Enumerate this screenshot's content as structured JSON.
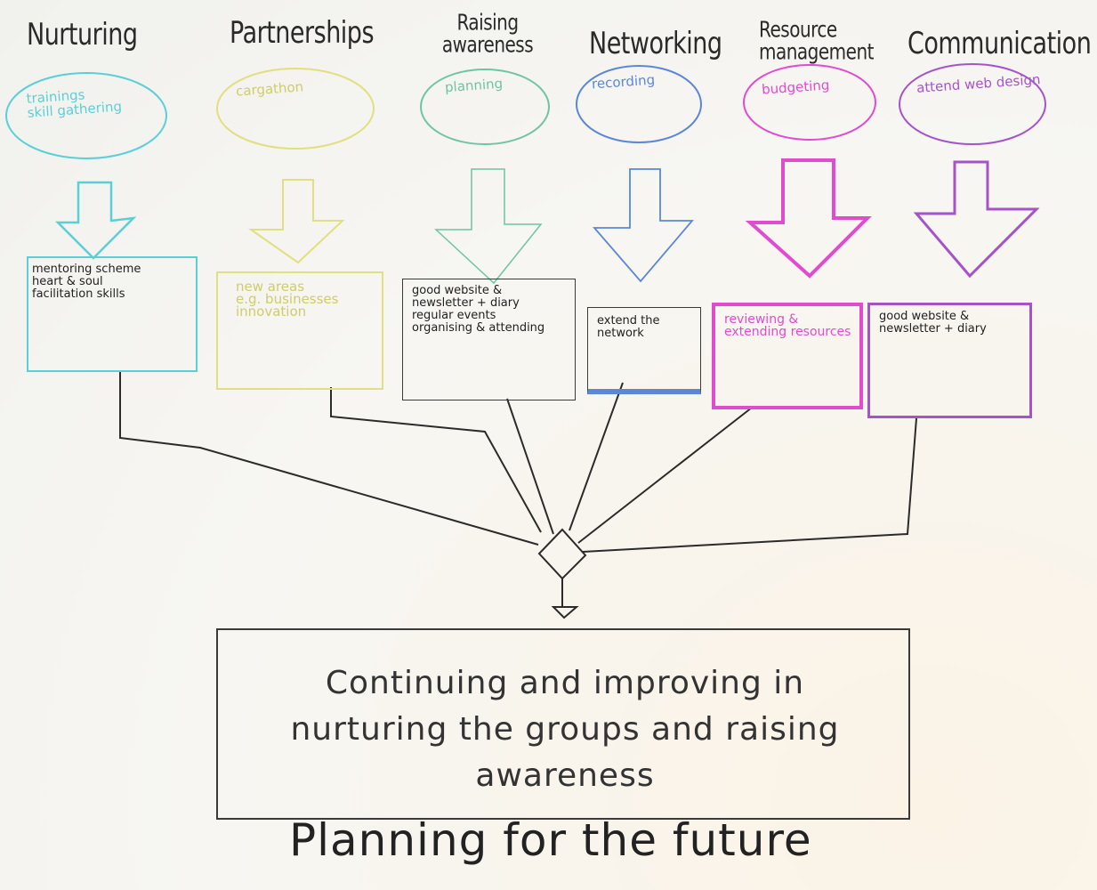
{
  "columns": [
    {
      "heading": "Nurturing",
      "oval_text": "trainings\nskill gathering",
      "box_text": "mentoring scheme\nheart & soul\nfacilitation skills",
      "color": "#5bcfd6"
    },
    {
      "heading": "Partnerships",
      "oval_text": "cargathon",
      "box_text": "new areas\ne.g. businesses\ninnovation",
      "color": "#e1df7f"
    },
    {
      "heading": "Raising awareness",
      "oval_text": "planning",
      "box_text": "good website &\nnewsletter + diary\nregular events\norganising & attending",
      "color": "#6fc4a7"
    },
    {
      "heading": "Networking",
      "oval_text": "recording",
      "box_text": "extend the\nnetwork",
      "color": "#5b87d6"
    },
    {
      "heading": "Resource management",
      "oval_text": "budgeting",
      "box_text": "reviewing &\nextending resources",
      "color": "#e04bd0"
    },
    {
      "heading": "Communication",
      "oval_text": "attend web design",
      "box_text": "good website &\nnewsletter + diary",
      "color": "#a553c9"
    }
  ],
  "conclusion": "Continuing and improving in\nnurturing the groups and raising awareness",
  "title": "Planning for the future"
}
